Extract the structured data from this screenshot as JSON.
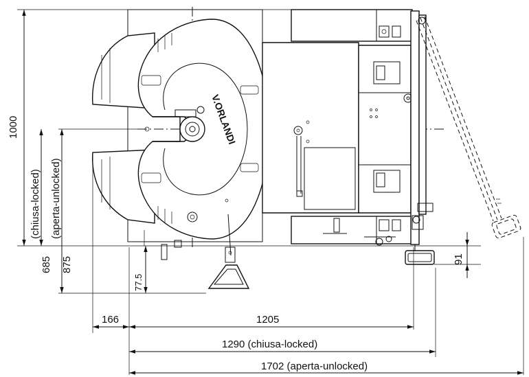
{
  "drawing": {
    "brand_label": "V.ORLANDI",
    "dimensions": {
      "overall_height": "1000",
      "locked_label": "(chiusa-locked)",
      "unlocked_label": "(aperta-unlocked)",
      "locked_height": "685",
      "unlocked_height": "875",
      "offset_small": "77.5",
      "handle_offset": "91",
      "left_offset": "166",
      "width_base": "1205",
      "width_locked": "1290 (chiusa-locked)",
      "width_unlocked": "1702 (aperta-unlocked)"
    }
  }
}
